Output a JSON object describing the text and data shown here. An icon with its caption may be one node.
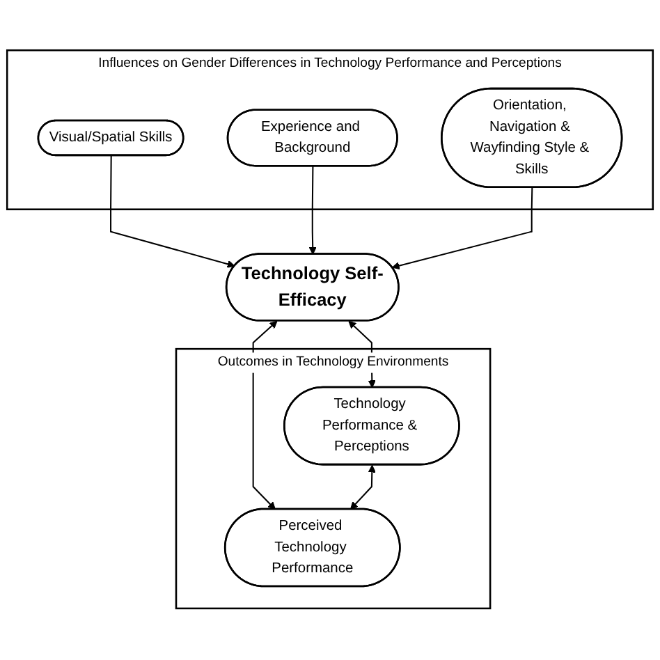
{
  "diagram": {
    "nodes": [
      {
        "text": [
          "Influences on Gender Differences in Technology Performance and Perceptions"
        ]
      },
      {
        "text": [
          "Visual/Spatial Skills"
        ],
        "in": 0
      },
      {
        "text": [
          "Experience and Background"
        ],
        "in": 0
      },
      {
        "text": [
          "Orientation, Navigation & Wayfinding Style & Skills"
        ],
        "in": 0
      },
      {
        "text": [
          "Technology Self-Efficacy"
        ]
      },
      {
        "text": [
          "Outcomes in Technology Environments"
        ]
      },
      {
        "text": [
          "Technology Performance & Perceptions"
        ],
        "in": 5
      },
      {
        "text": [
          "Perceived Technology Performance"
        ],
        "in": 5
      }
    ],
    "edges": [
      {
        "from": 1,
        "to": 4,
        "arrow": "to"
      },
      {
        "from": 2,
        "to": 4,
        "arrow": "to"
      },
      {
        "from": 3,
        "to": 4,
        "arrow": "to"
      },
      {
        "from": 4,
        "to": 6,
        "arrow": "both"
      },
      {
        "from": 4,
        "to": 7,
        "arrow": "both"
      },
      {
        "from": 6,
        "to": 7,
        "arrow": "both"
      }
    ]
  }
}
